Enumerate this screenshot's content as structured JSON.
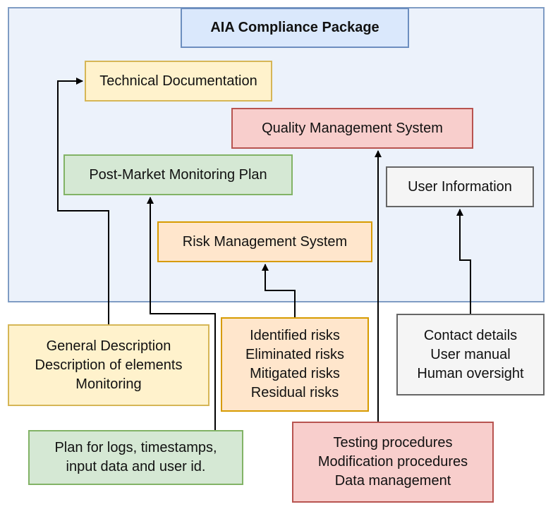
{
  "package": {
    "title": "AIA Compliance Package"
  },
  "components": {
    "technical_documentation": "Technical Documentation",
    "quality_management_system": "Quality Management System",
    "post_market_monitoring_plan": "Post-Market Monitoring Plan",
    "user_information": "User Information",
    "risk_management_system": "Risk Management System"
  },
  "details": {
    "general_description": "General Description\nDescription of elements\nMonitoring",
    "risks": "Identified risks\nEliminated risks\nMitigated risks\nResidual risks",
    "contact": "Contact details\nUser manual\nHuman oversight",
    "logging_plan": "Plan for logs, timestamps,\ninput data and user id.",
    "procedures": "Testing procedures\nModification procedures\nData management"
  },
  "colors": {
    "container_fill": "#ecf2fb",
    "container_stroke": "#7f9cc4",
    "title_fill": "#dae8fc",
    "title_stroke": "#6c8ebf",
    "yellow_fill": "#fff2cc",
    "yellow_stroke": "#d6b656",
    "red_fill": "#f8cecc",
    "red_stroke": "#b85450",
    "green_fill": "#d5e8d4",
    "green_stroke": "#82b366",
    "orange_fill": "#ffe6cc",
    "orange_stroke": "#d79b00",
    "grey_fill": "#f5f5f5",
    "grey_stroke": "#666666",
    "edge": "#000000"
  }
}
